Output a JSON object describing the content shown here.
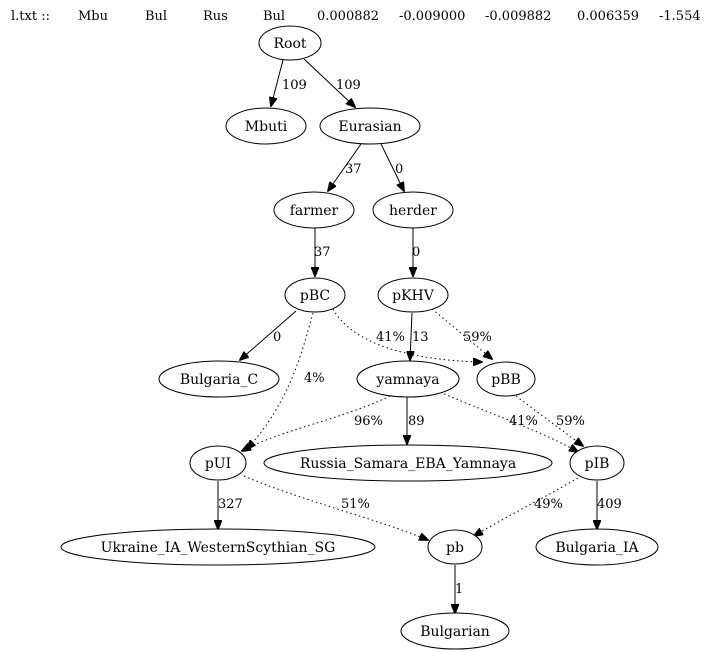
{
  "header": {
    "fields": [
      "l.txt ::",
      "Mbu",
      "Bul",
      "Rus",
      "Bul",
      "0.000882",
      "-0.009000",
      "-0.009882",
      "0.006359",
      "-1.554"
    ]
  },
  "nodes": {
    "root": "Root",
    "mbuti": "Mbuti",
    "eurasian": "Eurasian",
    "farmer": "farmer",
    "herder": "herder",
    "pbc": "pBC",
    "pkhv": "pKHV",
    "bulgaria_c": "Bulgaria_C",
    "yamnaya": "yamnaya",
    "pbb": "pBB",
    "pui": "pUI",
    "russia_samara": "Russia_Samara_EBA_Yamnaya",
    "pib": "pIB",
    "ukraine_ia": "Ukraine_IA_WesternScythian_SG",
    "pb": "pb",
    "bulgaria_ia": "Bulgaria_IA",
    "bulgarian": "Bulgarian"
  },
  "edges": {
    "root_mbuti": "109",
    "root_eurasian": "109",
    "eurasian_farmer": "37",
    "eurasian_herder": "0",
    "farmer_pbc": "37",
    "herder_pkhv": "0",
    "pbc_bulgaria_c": "0",
    "pbc_pui": "4%",
    "pbc_pbb": "41%",
    "pkhv_yamnaya": "13",
    "pkhv_pbb": "59%",
    "yamnaya_pui": "96%",
    "yamnaya_russia": "89",
    "yamnaya_pib": "41%",
    "pbb_pib": "59%",
    "pui_ukraine": "327",
    "pui_pb": "51%",
    "pib_pb": "49%",
    "pib_bulgaria_ia": "409",
    "pb_bulgarian": "1"
  }
}
